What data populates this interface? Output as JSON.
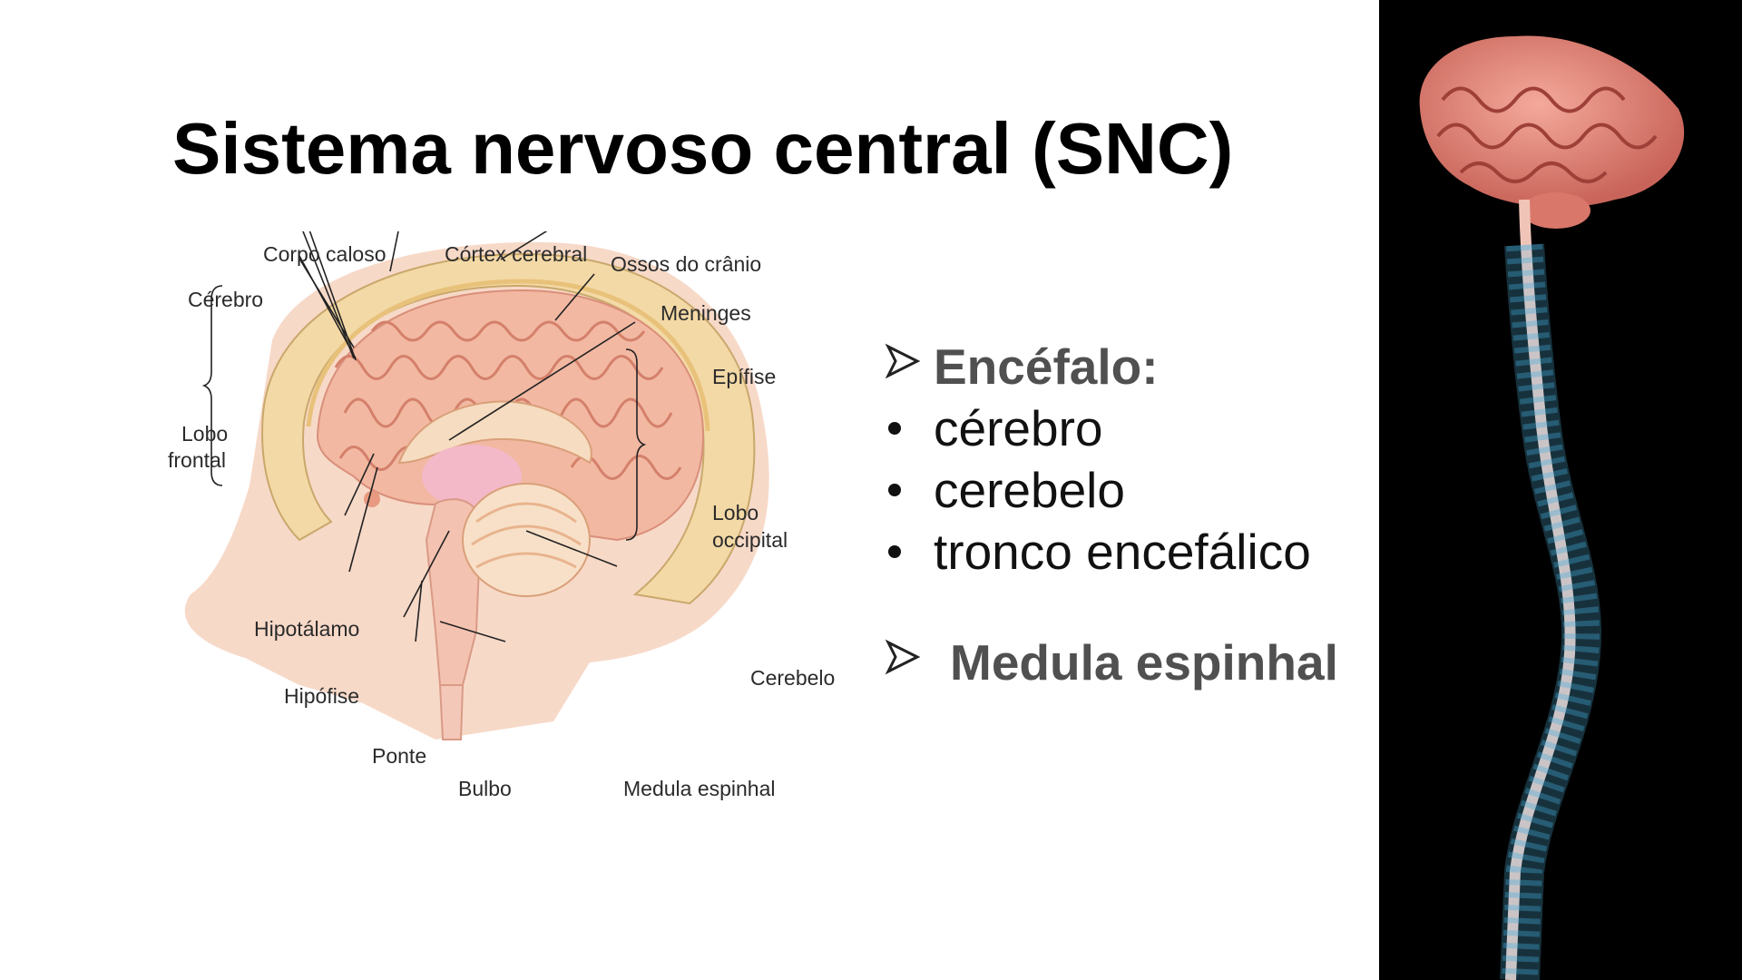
{
  "title": "Sistema nervoso central (SNC)",
  "diagram": {
    "labels": {
      "corpo_caloso": "Corpo caloso",
      "cortex": "Córtex cerebral",
      "ossos": "Ossos do crânio",
      "cerebro": "Cérebro",
      "meninges": "Meninges",
      "epifise": "Epífise",
      "lobo_frontal_1": "Lobo",
      "lobo_frontal_2": "frontal",
      "lobo_occipital_1": "Lobo",
      "lobo_occipital_2": "occipital",
      "hipotalamo": "Hipotálamo",
      "hipofise": "Hipófise",
      "ponte": "Ponte",
      "bulbo": "Bulbo",
      "medula": "Medula espinhal",
      "cerebelo": "Cerebelo"
    }
  },
  "bullets": {
    "encefalo_header": "Encéfalo:",
    "items": [
      "cérebro",
      "cerebelo",
      "tronco encefálico"
    ],
    "medula_header": "Medula espinhal"
  },
  "colors": {
    "title": "#000000",
    "header_text": "#505050",
    "brain_tissue": "#f2b8a2",
    "skull": "#f3d9a6",
    "side_panel_bg": "#000000",
    "spine_blue": "#3aa6d8"
  }
}
